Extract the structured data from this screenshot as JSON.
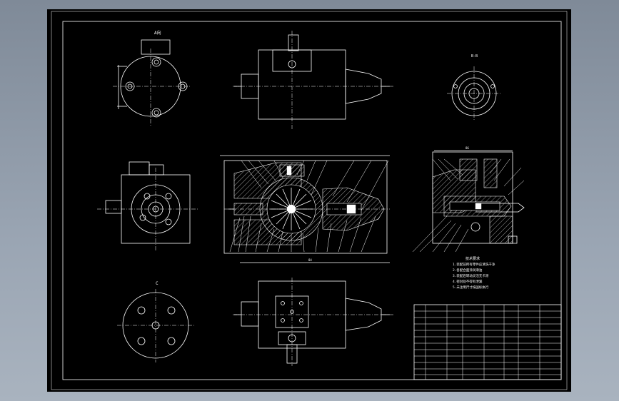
{
  "drawing": {
    "background": "#000000",
    "line_color": "#ffffff",
    "viewport_frame": "#7f8a98"
  },
  "section_labels": {
    "top_left_view": "A向",
    "right_round_view": "B-B",
    "bottom_left_view": "C",
    "left_section_width": "84",
    "right_section_height": "86"
  },
  "technical_requirements": {
    "title": "技术要求",
    "lines": [
      "1.装配前所有零件应清洗干净",
      "2.各配合面涂润滑油",
      "3.装配后转动灵活无卡滞",
      "4.密封处不得有泄漏",
      "5.未注明尺寸按国标执行"
    ]
  },
  "title_block": {
    "rows": 12,
    "columns": 8
  }
}
